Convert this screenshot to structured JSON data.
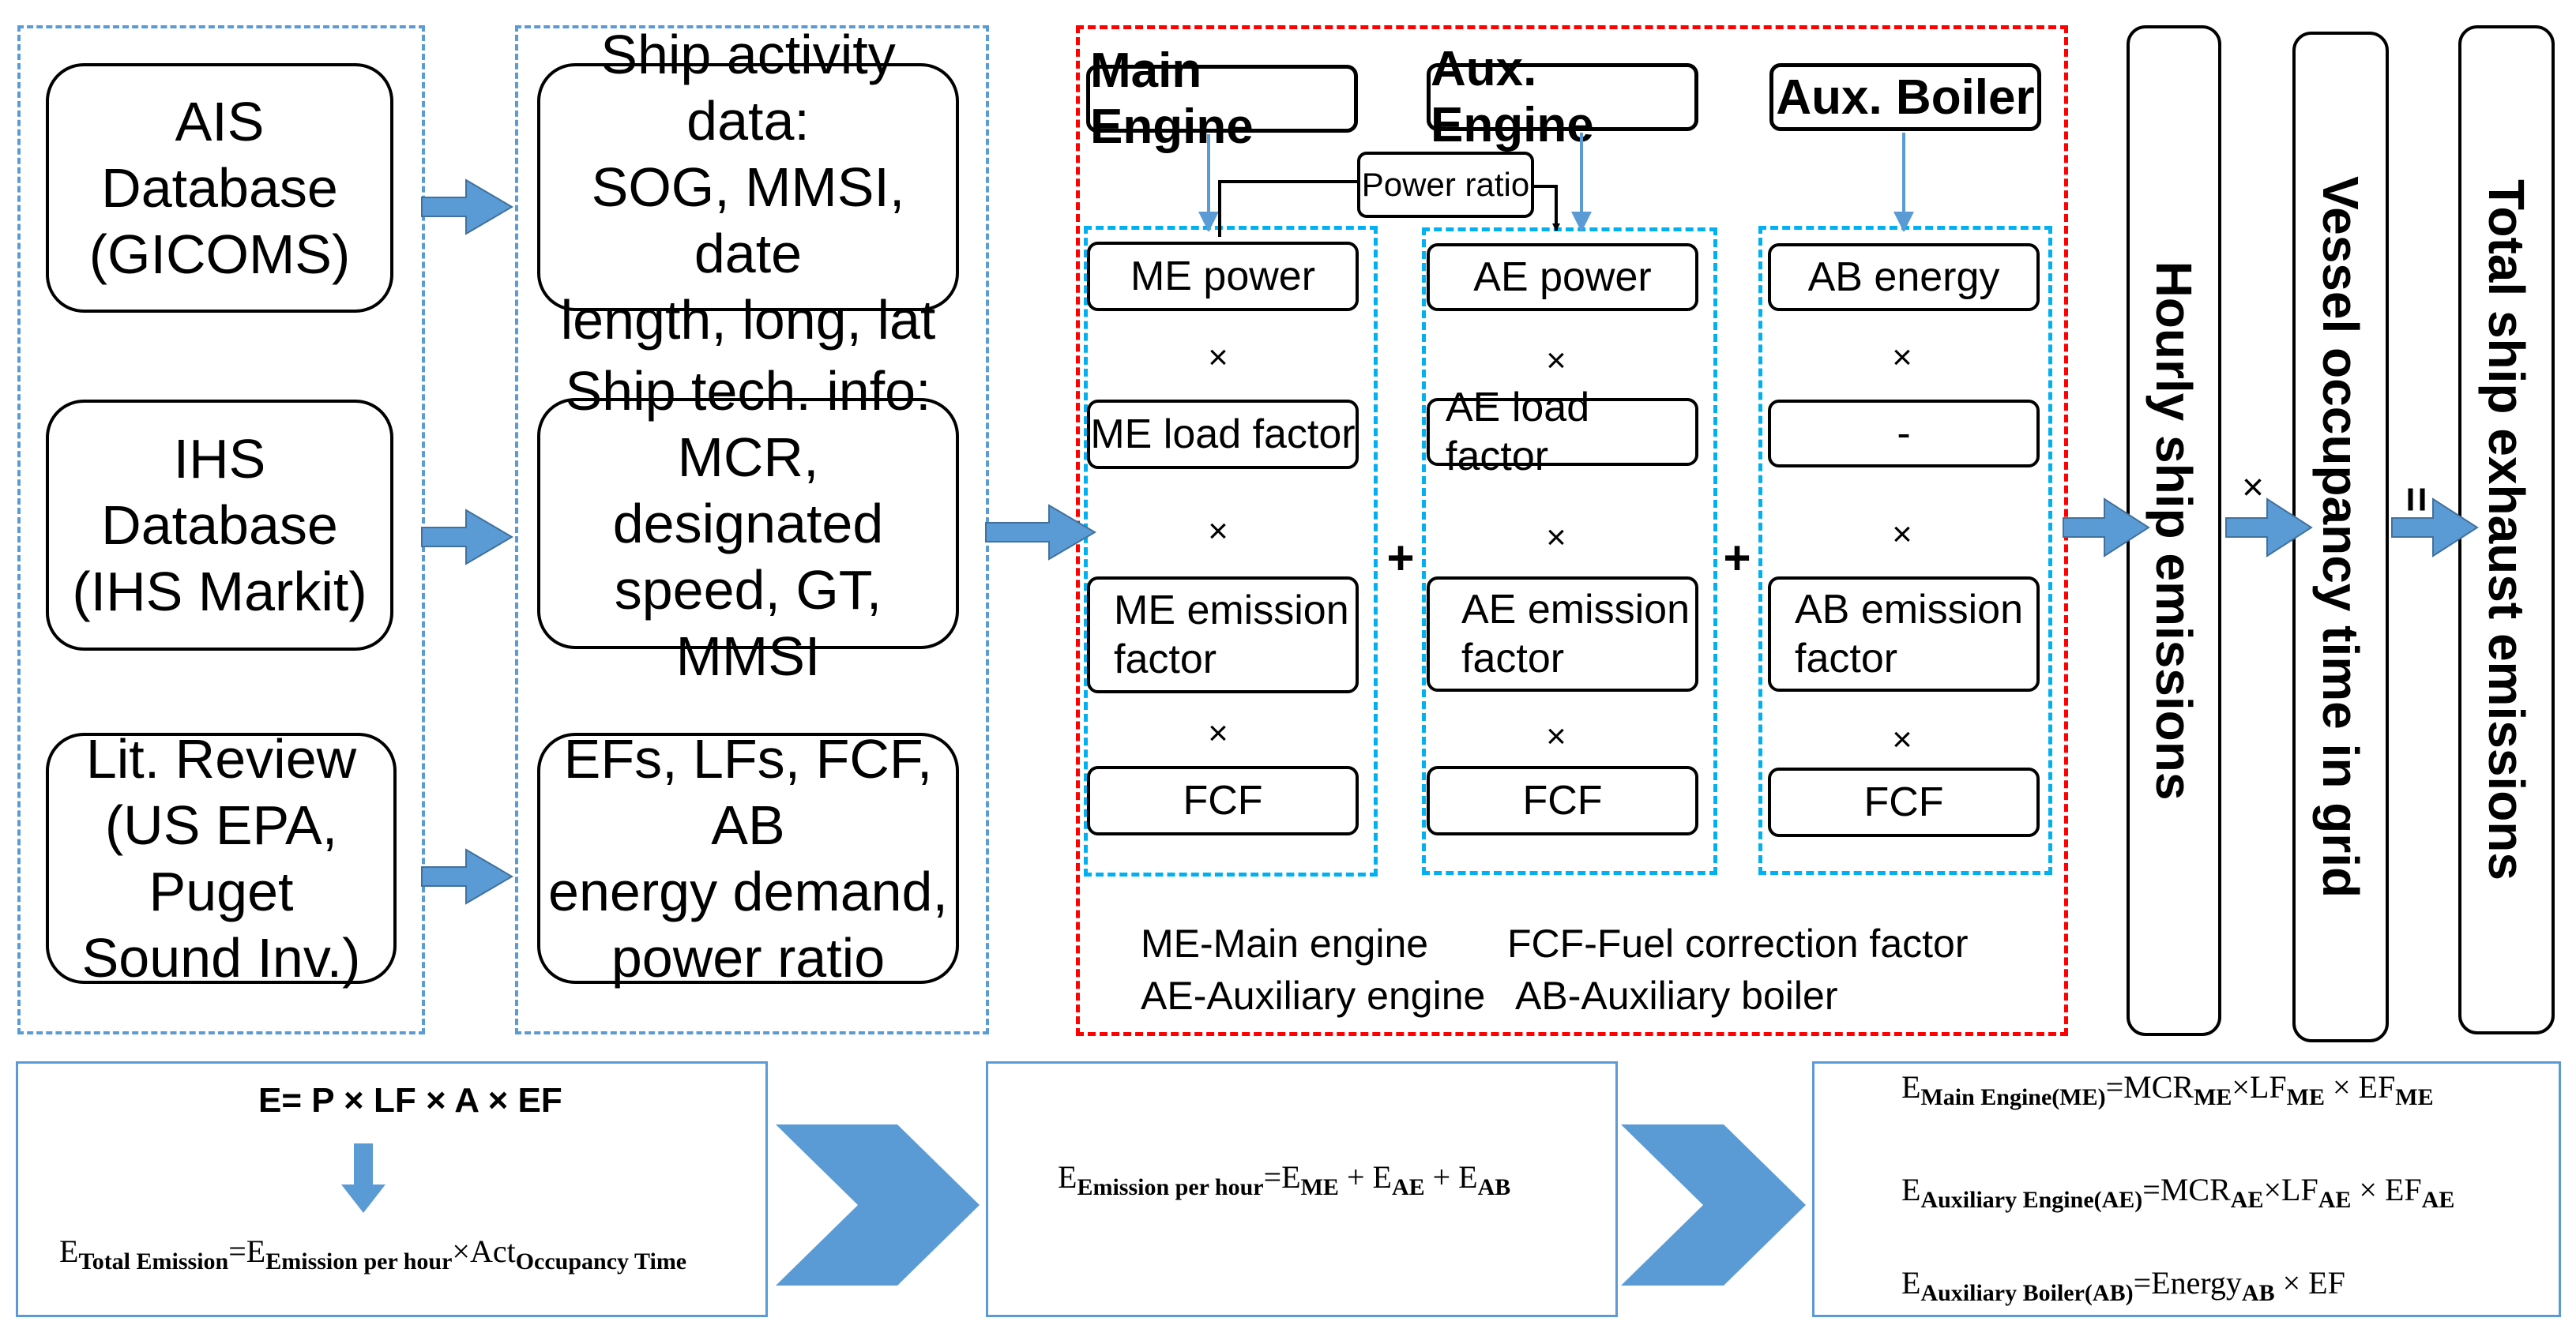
{
  "inputs": {
    "sources": [
      {
        "label": "AIS\nDatabase\n(GICOMS)"
      },
      {
        "label": "IHS\nDatabase\n(IHS Markit)"
      },
      {
        "label": "Lit. Review\n(US EPA, Puget\nSound Inv.)"
      }
    ],
    "data": [
      {
        "label": "Ship activity data:\nSOG, MMSI, date\nlength, long, lat"
      },
      {
        "label": "Ship tech. info:\nMCR, designated\nspeed, GT, MMSI"
      },
      {
        "label": "EFs, LFs, FCF, AB\nenergy demand,\npower ratio"
      }
    ]
  },
  "engines": {
    "main": {
      "header": "Main Engine",
      "power": "ME power",
      "load": "ME load factor",
      "emission": "ME emission\nfactor",
      "fcf": "FCF"
    },
    "aux": {
      "header": "Aux. Engine",
      "power": "AE power",
      "load": "AE load factor",
      "emission": "AE emission\nfactor",
      "fcf": "FCF"
    },
    "boiler": {
      "header": "Aux. Boiler",
      "power": "AB energy",
      "load": "-",
      "emission": "AB emission\nfactor",
      "fcf": "FCF"
    },
    "power_ratio": "Power ratio",
    "times": "×",
    "plus": "+"
  },
  "legend": {
    "me": "ME-Main engine",
    "ae": "AE-Auxiliary engine",
    "fcf": "FCF-Fuel correction factor",
    "ab": "AB-Auxiliary boiler"
  },
  "outputs": {
    "hourly": "Hourly ship emissions",
    "occupancy": "Vessel occupancy time in grid",
    "total": "Total ship exhaust emissions",
    "times": "×",
    "equals": "="
  },
  "formulas": {
    "box1_top": "E= P × LF × A × EF",
    "box1_bottom": {
      "E": "E",
      "s1": "Total Emission",
      "eq": "=E",
      "s2": "Emission per hour",
      "x": "×Act",
      "s3": "Occupancy Time"
    },
    "box2": {
      "E": "E",
      "s1": "Emission per hour",
      "eq": "=E",
      "s2": "ME",
      "p1": " + E",
      "s3": "AE",
      "p2": " + E",
      "s4": "AB"
    },
    "box3_line1": {
      "E": "E",
      "s1": "Main Engine(ME)",
      "eq": "=MCR",
      "s2": "ME",
      "x1": "×LF",
      "s3": "ME",
      "x2": " × EF",
      "s4": "ME"
    },
    "box3_line2": {
      "E": "E",
      "s1": "Auxiliary Engine(AE)",
      "eq": "=MCR",
      "s2": "AE",
      "x1": "×LF",
      "s3": "AE",
      "x2": " ×  EF",
      "s4": "AE"
    },
    "box3_line3": {
      "E": "E",
      "s1": "Auxiliary Boiler(AB)",
      "eq": "=Energy",
      "s2": "AB",
      "x1": " × EF"
    }
  },
  "colors": {
    "arrow": "#5b9bd5",
    "group_dash": "#5b9bd5",
    "engine_dash": "#ff0000",
    "inner_dash": "#00b0f0"
  }
}
